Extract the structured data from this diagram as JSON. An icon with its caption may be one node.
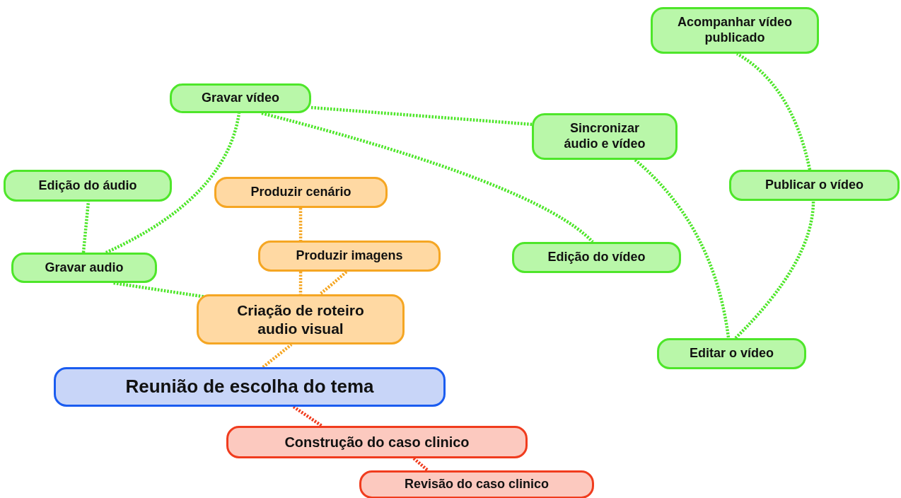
{
  "diagram": {
    "nodes": [
      {
        "text": [
          "Acompanhar vídeo publicado"
        ]
      },
      {
        "text": [
          "Gravar vídeo"
        ]
      },
      {
        "text": [
          "Sincronizar áudio e vídeo"
        ]
      },
      {
        "text": [
          "Edição do áudio"
        ]
      },
      {
        "text": [
          "Produzir cenário"
        ]
      },
      {
        "text": [
          "Publicar o vídeo"
        ]
      },
      {
        "text": [
          "Gravar audio"
        ]
      },
      {
        "text": [
          "Produzir imagens"
        ]
      },
      {
        "text": [
          "Edição do vídeo"
        ]
      },
      {
        "text": [
          "Criação de roteiro audio visual"
        ]
      },
      {
        "text": [
          "Editar o vídeo"
        ]
      },
      {
        "text": [
          "Reunião de escolha do tema"
        ]
      },
      {
        "text": [
          "Construção do caso clinico"
        ]
      },
      {
        "text": [
          "Revisão do caso clinico"
        ]
      }
    ],
    "edges": [
      {
        "from": 11,
        "to": 9,
        "arrow": "none",
        "color": "#f5a623"
      },
      {
        "from": 4,
        "to": 7,
        "arrow": "none",
        "color": "#f5a623"
      },
      {
        "from": 7,
        "to": 9,
        "arrow": "none",
        "color": "#f5a623"
      },
      {
        "from": 7,
        "to": 9,
        "arrow": "none",
        "color": "#f5a623"
      },
      {
        "from": 9,
        "to": 6,
        "arrow": "none"
      },
      {
        "from": 6,
        "to": 3,
        "arrow": "none"
      },
      {
        "from": 6,
        "to": 1,
        "arrow": "none"
      },
      {
        "from": 1,
        "to": 2,
        "arrow": "none"
      },
      {
        "from": 1,
        "to": 8,
        "arrow": "none"
      },
      {
        "from": 2,
        "to": 10,
        "arrow": "none"
      },
      {
        "from": 10,
        "to": 5,
        "arrow": "none"
      },
      {
        "from": 5,
        "to": 0,
        "arrow": "none"
      },
      {
        "from": 11,
        "to": 12,
        "arrow": "none",
        "color": "#f03c1e"
      },
      {
        "from": 12,
        "to": 13,
        "arrow": "none",
        "color": "#f03c1e"
      }
    ]
  }
}
